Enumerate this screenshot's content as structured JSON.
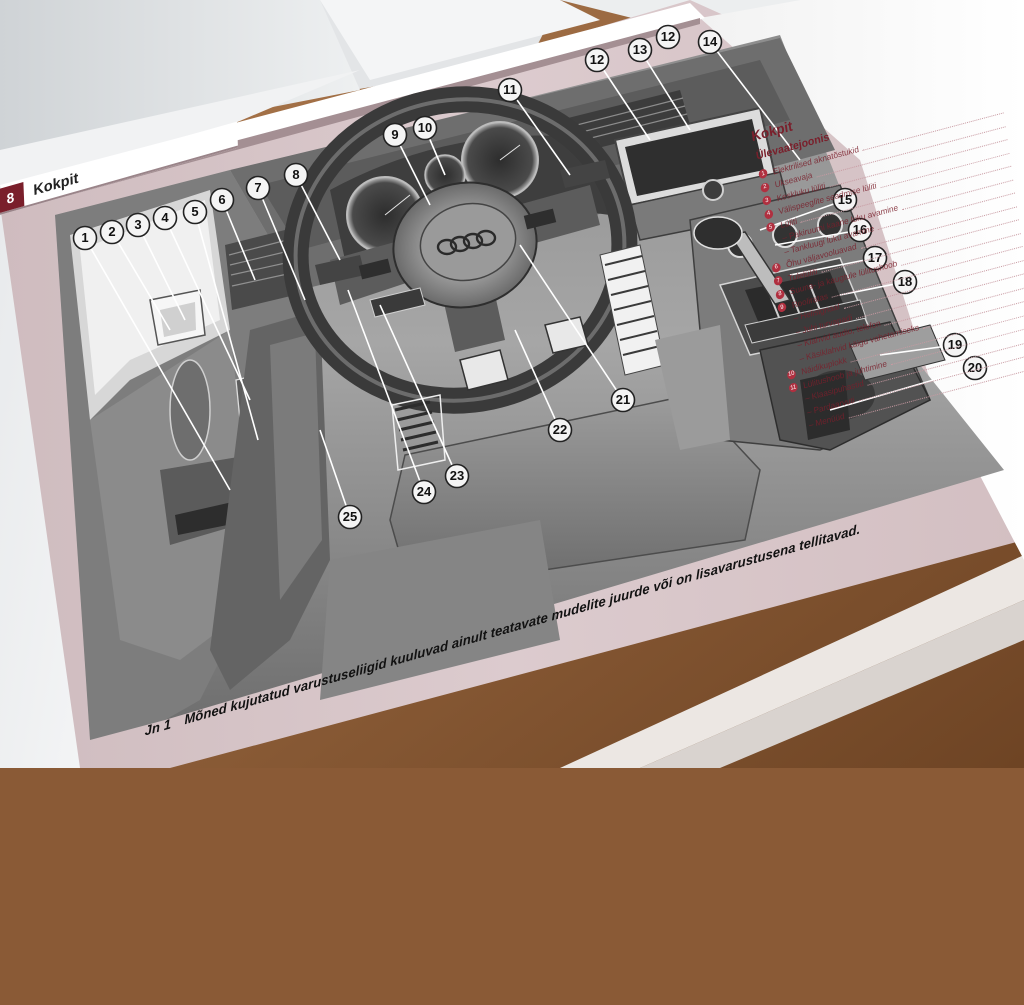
{
  "page": {
    "number": "8",
    "section_title": "Kokpit"
  },
  "figure": {
    "number": "Jn 1",
    "caption": "Mõned kujutatud varustuseliigid kuuluvad ainult teatavate mudelite juurde või on lisavarustusena tellitavad."
  },
  "callouts": [
    "1",
    "2",
    "3",
    "4",
    "5",
    "6",
    "7",
    "8",
    "9",
    "10",
    "11",
    "6",
    "12",
    "13",
    "14",
    "15",
    "16",
    "17",
    "18",
    "19",
    "20",
    "21",
    "22",
    "23",
    "24",
    "25"
  ],
  "right_page": {
    "title": "Kokpit",
    "subtitle": "Ülevaatejoonis",
    "items": [
      {
        "num": "1",
        "text": "Elektrilised aknatõstukid"
      },
      {
        "num": "2",
        "text": "Ukseavaja"
      },
      {
        "num": "3",
        "text": "Keskluku lüliti"
      },
      {
        "num": "4",
        "text": "Välispeeglite seadmise lüliti"
      },
      {
        "num": "5",
        "text": "Lüliti"
      },
      {
        "num": "",
        "text": "– Pakiruumi kaane luku avamine"
      },
      {
        "num": "",
        "text": "– Tankluugi luku avamine"
      },
      {
        "num": "6",
        "text": "Õhu väljavooluavad"
      },
      {
        "num": "7",
        "text": "Tulelüliti"
      },
      {
        "num": "8",
        "text": "Suuna- ja kaugtule lülitushoob"
      },
      {
        "num": "9",
        "text": "Rooliratas"
      },
      {
        "num": "",
        "text": "– Helisignaal"
      },
      {
        "num": "",
        "text": "– Juhi turvapadi"
      },
      {
        "num": "",
        "text": "– Klahvid audio, telefon"
      },
      {
        "num": "",
        "text": "– Käsiklahvid käigu vahetamiseks"
      },
      {
        "num": "10",
        "text": "Näidikuplokk"
      },
      {
        "num": "11",
        "text": "Lülitushoob ja juhtimine"
      },
      {
        "num": "",
        "text": "– Klaasipuhastid"
      },
      {
        "num": "",
        "text": "– Pardaarvuti"
      },
      {
        "num": "",
        "text": "– Menüüd"
      }
    ]
  },
  "colors": {
    "page_margin": "#d9c4c7",
    "accent": "#7a1f2b",
    "desk": "#8a5a36",
    "illustration_bg": "#9e9e9e"
  }
}
